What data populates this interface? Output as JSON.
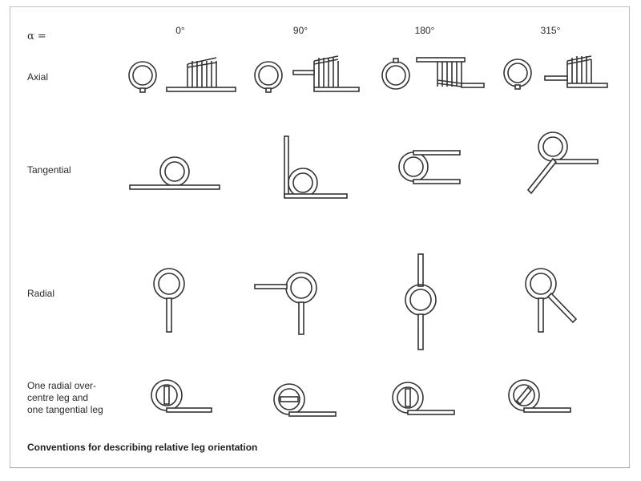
{
  "header": {
    "alpha_label": "α =",
    "angles": [
      "0°",
      "90°",
      "180°",
      "315°"
    ]
  },
  "rows": [
    {
      "label": "Axial"
    },
    {
      "label": "Tangential"
    },
    {
      "label": "Radial"
    },
    {
      "label_lines": [
        "One radial over-",
        "centre leg and",
        "one tangential leg"
      ]
    }
  ],
  "caption": "Conventions for describing relative leg orientation"
}
